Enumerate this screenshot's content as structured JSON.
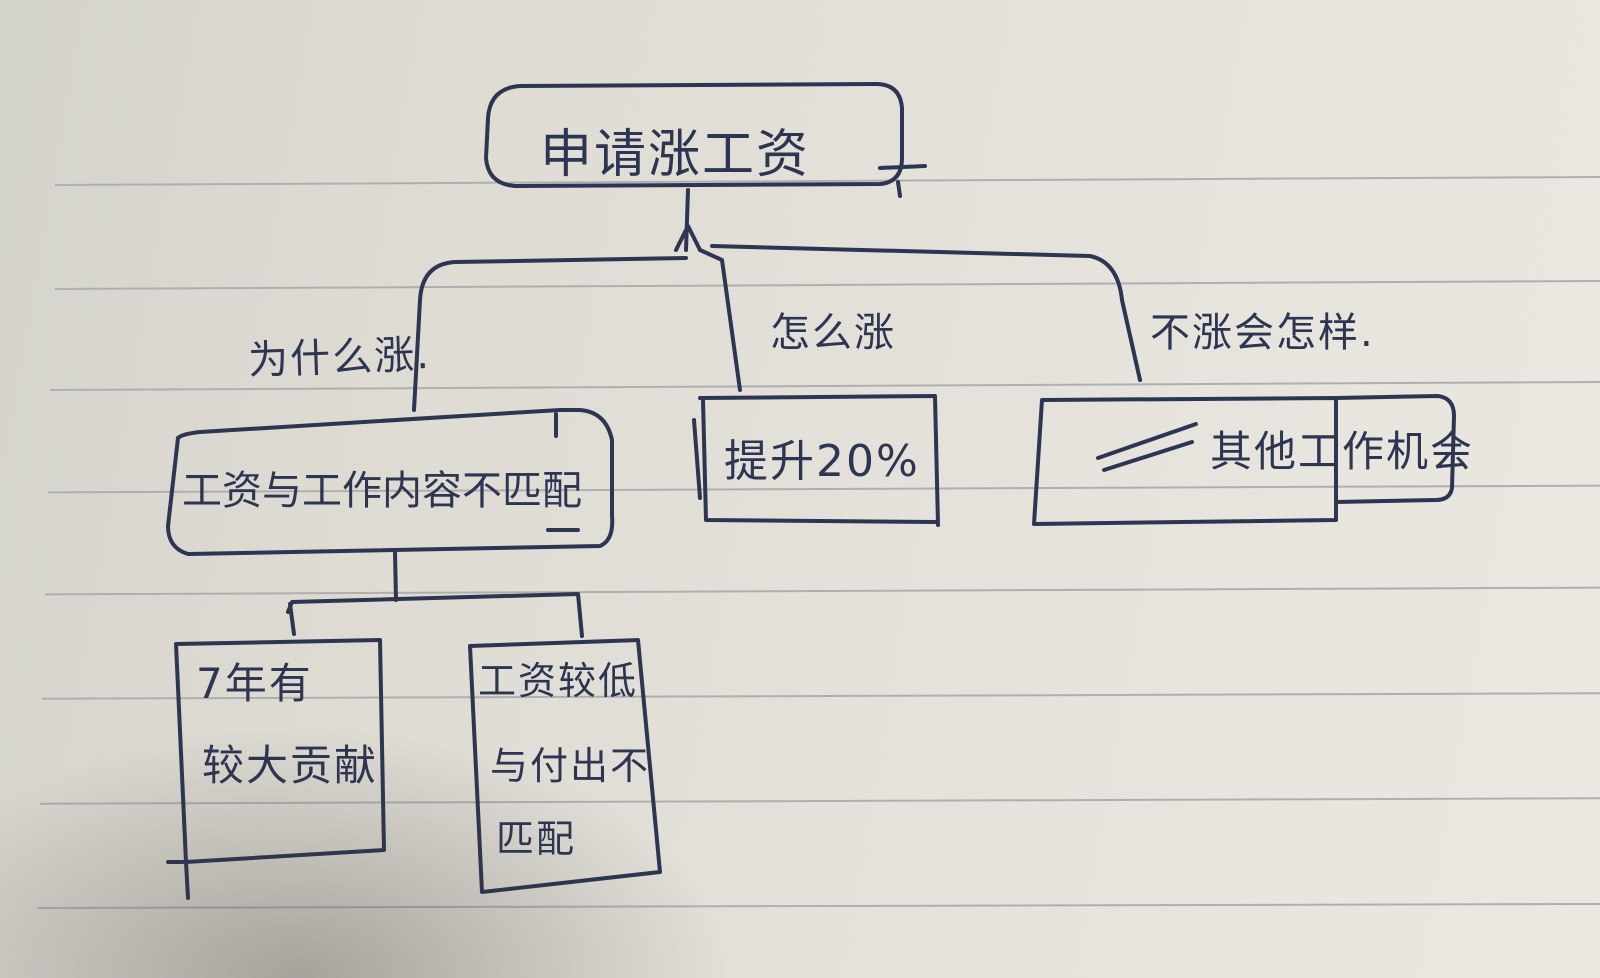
{
  "diagram": {
    "root": {
      "label": "申请涨工资"
    },
    "edges": {
      "why": "为什么涨.",
      "how": "怎么涨",
      "otherwise": "不涨会怎样."
    },
    "nodes": {
      "why_answer": "工资与工作内容不匹配",
      "how_answer": "提升20%",
      "otherwise_answer": "其他工作机会"
    },
    "subnodes": {
      "contribution": [
        "7年有",
        "较大贡献"
      ],
      "mismatch": [
        "工资较低",
        "与付出不",
        "匹配"
      ]
    }
  }
}
